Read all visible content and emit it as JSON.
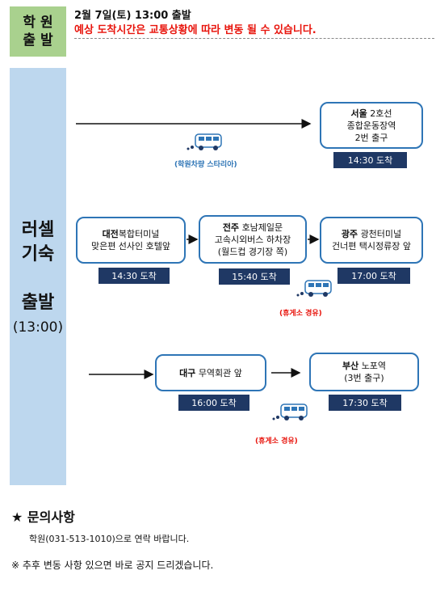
{
  "header": {
    "badge_line1": "학 원",
    "badge_line2": "출 발",
    "date_line": "2월 7일(토) 13:00 출발",
    "warning_line": "예상 도착시간은 교통상황에 따라 변동 될 수 있습니다."
  },
  "sidebar": {
    "title_line1": "러셀",
    "title_line2": "기숙",
    "depart_label": "출발",
    "depart_time": "(13:00)"
  },
  "route1": {
    "dest": {
      "city": "서울",
      "line1": "2호선",
      "line2": "종합운동장역",
      "line3": "2번 출구"
    },
    "arrival": "14:30 도착",
    "vehicle_note": "(학원차량 스타리아)"
  },
  "route2": {
    "stop1": {
      "city": "대전",
      "line1": "복합터미널",
      "line2": "맞은편 선사인 호텔앞"
    },
    "stop1_arrival": "14:30 도착",
    "stop2": {
      "city": "전주",
      "line1": "호남제일문",
      "line2": "고속시외버스 하차장",
      "line3": "(월드컵 경기장 쪽)"
    },
    "stop2_arrival": "15:40 도착",
    "stop3": {
      "city": "광주",
      "line1": "광천터미널",
      "line2": "건너편 택시정류장 앞"
    },
    "stop3_arrival": "17:00 도착",
    "rest_note": "(휴게소 경유)"
  },
  "route3": {
    "stop1": {
      "city": "대구",
      "line1": "무역회관 앞"
    },
    "stop1_arrival": "16:00 도착",
    "stop2": {
      "city": "부산",
      "line1": "노포역",
      "line2": "(3번 출구)"
    },
    "stop2_arrival": "17:30 도착",
    "rest_note": "(휴게소 경유)"
  },
  "footer": {
    "title": "★ 문의사항",
    "contact": "학원(031-513-1010)으로 연락 바랍니다.",
    "notice": "※ 추후 변동 사항 있으면 바로 공지 드리겠습니다."
  },
  "colors": {
    "box_border": "#2e75b6",
    "tag_bg": "#1f3864",
    "warning": "#e8140c",
    "badge_bg": "#a9d18e",
    "sidebar_bg": "#bdd7ee"
  }
}
